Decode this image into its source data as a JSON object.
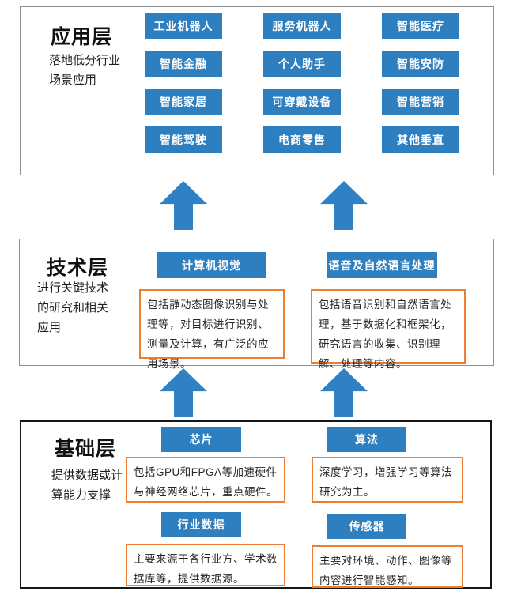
{
  "colors": {
    "chip_blue": "#2e7fc0",
    "arrow_blue": "#2f81c3",
    "desc_border_orange": "#ed7d31",
    "layer_border_light": "#8f8f8f",
    "layer_border_dark": "#161616",
    "text": "#1a1a1a",
    "chip_text": "#ffffff"
  },
  "app": {
    "title": "应用层",
    "subtitle": "落地低分行业场景应用",
    "buttons": [
      "工业机器人",
      "服务机器人",
      "智能医疗",
      "智能金融",
      "个人助手",
      "智能安防",
      "智能家居",
      "可穿戴设备",
      "智能营销",
      "智能驾驶",
      "电商零售",
      "其他垂直"
    ]
  },
  "tech": {
    "title": "技术层",
    "subtitle": "进行关键技术的研究和相关应用",
    "groups": [
      {
        "label": "计算机视觉",
        "desc": "包括静动态图像识别与处理等，对目标进行识别、测量及计算，有广泛的应用场景。"
      },
      {
        "label": "语音及自然语言处理",
        "desc": "包括语音识别和自然语言处理，基于数据化和框架化，研究语言的收集、识别理解、处理等内容。"
      }
    ]
  },
  "base": {
    "title": "基础层",
    "subtitle": "提供数据或计算能力支撑",
    "groups": [
      {
        "label": "芯片",
        "desc": "包括GPU和FPGA等加速硬件与神经网络芯片，重点硬件。"
      },
      {
        "label": "算法",
        "desc": "深度学习，增强学习等算法研究为主。"
      },
      {
        "label": "行业数据",
        "desc": "主要来源于各行业方、学术数据库等，提供数据源。"
      },
      {
        "label": "传感器",
        "desc": "主要对环境、动作、图像等内容进行智能感知。"
      }
    ]
  }
}
